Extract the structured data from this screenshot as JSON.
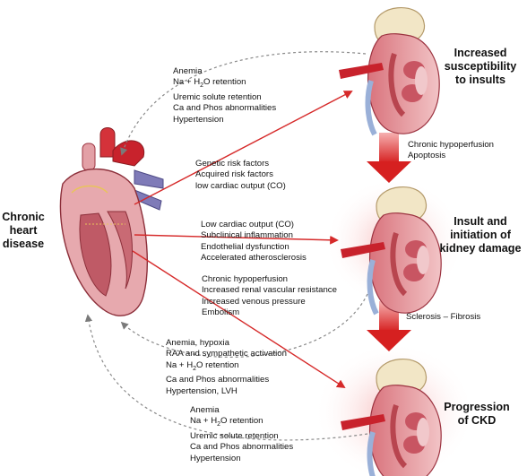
{
  "heart_label": [
    "Chronic",
    "heart",
    "disease"
  ],
  "kidney_stages": [
    {
      "name": "susceptibility",
      "label": [
        "Increased",
        "susceptibility",
        "to insults"
      ]
    },
    {
      "name": "initiation",
      "label": [
        "Insult and",
        "initiation of",
        "kidney damage"
      ]
    },
    {
      "name": "progression",
      "label": [
        "Progression",
        "of CKD"
      ]
    }
  ],
  "transitions": [
    {
      "name": "hypoperfusion-apoptosis",
      "lines": [
        "Chronic hypoperfusion",
        "Apoptosis"
      ]
    },
    {
      "name": "sclerosis-fibrosis",
      "lines": [
        "Sclerosis – Fibrosis"
      ]
    }
  ],
  "factor_lists": {
    "kidney1_to_heart": [
      "Anemia",
      "Na + H2O retention",
      "Uremic solute retention",
      "Ca and Phos abnormalities",
      "Hypertension"
    ],
    "heart_to_kidney1": [
      "Genetic risk factors",
      "Acquired risk factors",
      "low cardiac output (CO)"
    ],
    "heart_to_kidney2": [
      "Low cardiac output (CO)",
      "Subclinical inflammation",
      "Endothelial dysfunction",
      "Accelerated atherosclerosis"
    ],
    "heart_to_kidney3": [
      "Chronic hypoperfusion",
      "Increased renal vascular resistance",
      "Increased venous pressure",
      "Embolism"
    ],
    "kidney2_to_heart": [
      "Anemia, hypoxia",
      "RAA and sympathetic activation",
      "Na + H2O retention",
      "Ca and Phos abnormalities",
      "Hypertension, LVH"
    ],
    "kidney3_to_heart": [
      "Anemia",
      "Na + H2O retention",
      "Uremic solute retention",
      "Ca and Phos abnormalities",
      "Hypertension"
    ]
  },
  "colors": {
    "arrow_red": "#d62a2a",
    "dotted_gray": "#8a8a8a",
    "kidney_pink": "#e9a3a8",
    "kidney_dark": "#b8454f",
    "adrenal": "#f2e6c6",
    "heart_pink": "#e7a9ae",
    "vessel_red": "#c8222c",
    "vein_purple": "#7f7bb8"
  }
}
